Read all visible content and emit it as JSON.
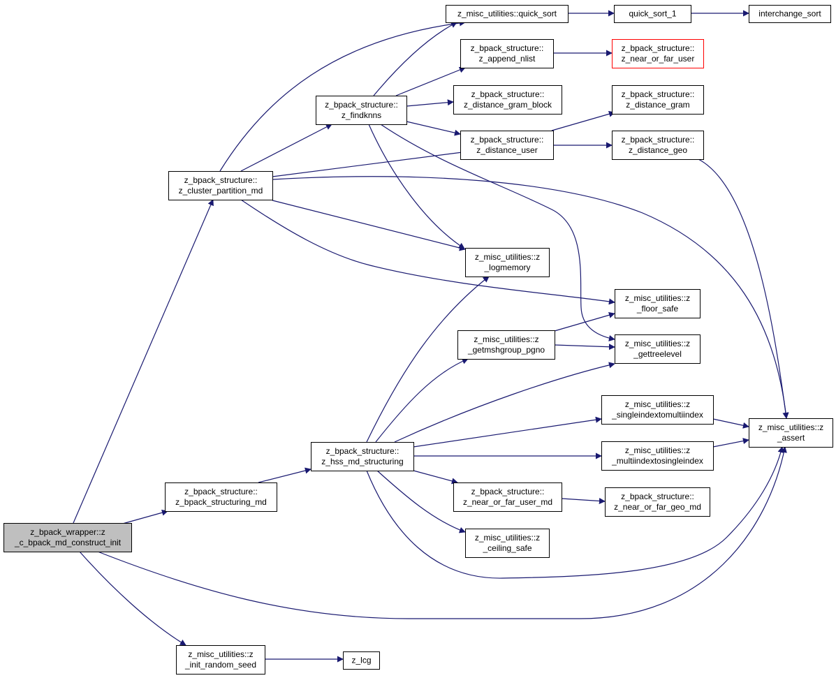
{
  "colors": {
    "edge": "#191970",
    "root_fill": "#bfbfbf",
    "node_border": "#000000",
    "highlight_border": "#ff0000"
  },
  "nodes": [
    {
      "id": "construct_init",
      "lines": [
        "z_bpack_wrapper::z",
        "_c_bpack_md_construct_init"
      ],
      "style": "root"
    },
    {
      "id": "cluster_partition",
      "lines": [
        "z_bpack_structure::",
        "z_cluster_partition_md"
      ],
      "style": "normal"
    },
    {
      "id": "bpack_structuring",
      "lines": [
        "z_bpack_structure::",
        "z_bpack_structuring_md"
      ],
      "style": "normal"
    },
    {
      "id": "init_random_seed",
      "lines": [
        "z_misc_utilities::z",
        "_init_random_seed"
      ],
      "style": "normal"
    },
    {
      "id": "findknns",
      "lines": [
        "z_bpack_structure::",
        "z_findknns"
      ],
      "style": "normal"
    },
    {
      "id": "hss_md",
      "lines": [
        "z_bpack_structure::",
        "z_hss_md_structuring"
      ],
      "style": "normal"
    },
    {
      "id": "quick_sort",
      "lines": [
        "z_misc_utilities::quick_sort"
      ],
      "style": "normal"
    },
    {
      "id": "append_nlist",
      "lines": [
        "z_bpack_structure::",
        "z_append_nlist"
      ],
      "style": "normal"
    },
    {
      "id": "dist_gram_block",
      "lines": [
        "z_bpack_structure::",
        "z_distance_gram_block"
      ],
      "style": "normal"
    },
    {
      "id": "dist_user",
      "lines": [
        "z_bpack_structure::",
        "z_distance_user"
      ],
      "style": "normal"
    },
    {
      "id": "logmemory",
      "lines": [
        "z_misc_utilities::z",
        "_logmemory"
      ],
      "style": "normal"
    },
    {
      "id": "getmshgroup",
      "lines": [
        "z_misc_utilities::z",
        "_getmshgroup_pgno"
      ],
      "style": "normal"
    },
    {
      "id": "near_far_user_md",
      "lines": [
        "z_bpack_structure::",
        "z_near_or_far_user_md"
      ],
      "style": "normal"
    },
    {
      "id": "ceiling_safe",
      "lines": [
        "z_misc_utilities::z",
        "_ceiling_safe"
      ],
      "style": "normal"
    },
    {
      "id": "lcg",
      "lines": [
        "z_lcg"
      ],
      "style": "normal"
    },
    {
      "id": "quick_sort_1",
      "lines": [
        "quick_sort_1"
      ],
      "style": "normal"
    },
    {
      "id": "near_far_user",
      "lines": [
        "z_bpack_structure::",
        "z_near_or_far_user"
      ],
      "style": "highlight"
    },
    {
      "id": "dist_gram",
      "lines": [
        "z_bpack_structure::",
        "z_distance_gram"
      ],
      "style": "normal"
    },
    {
      "id": "dist_geo",
      "lines": [
        "z_bpack_structure::",
        "z_distance_geo"
      ],
      "style": "normal"
    },
    {
      "id": "floor_safe",
      "lines": [
        "z_misc_utilities::z",
        "_floor_safe"
      ],
      "style": "normal"
    },
    {
      "id": "gettreelevel",
      "lines": [
        "z_misc_utilities::z",
        "_gettreelevel"
      ],
      "style": "normal"
    },
    {
      "id": "single2multi",
      "lines": [
        "z_misc_utilities::z",
        "_singleindextomultiindex"
      ],
      "style": "normal"
    },
    {
      "id": "multi2single",
      "lines": [
        "z_misc_utilities::z",
        "_multiindextosingleindex"
      ],
      "style": "normal"
    },
    {
      "id": "near_far_geo_md",
      "lines": [
        "z_bpack_structure::",
        "z_near_or_far_geo_md"
      ],
      "style": "normal"
    },
    {
      "id": "interchange_sort",
      "lines": [
        "interchange_sort"
      ],
      "style": "normal"
    },
    {
      "id": "assert",
      "lines": [
        "z_misc_utilities::z",
        "_assert"
      ],
      "style": "normal"
    }
  ],
  "edges": [
    {
      "from": "construct_init",
      "to": "cluster_partition"
    },
    {
      "from": "construct_init",
      "to": "bpack_structuring"
    },
    {
      "from": "construct_init",
      "to": "init_random_seed"
    },
    {
      "from": "construct_init",
      "to": "assert"
    },
    {
      "from": "bpack_structuring",
      "to": "hss_md"
    },
    {
      "from": "init_random_seed",
      "to": "lcg"
    },
    {
      "from": "cluster_partition",
      "to": "quick_sort"
    },
    {
      "from": "cluster_partition",
      "to": "findknns"
    },
    {
      "from": "cluster_partition",
      "to": "dist_user"
    },
    {
      "from": "cluster_partition",
      "to": "logmemory"
    },
    {
      "from": "cluster_partition",
      "to": "floor_safe"
    },
    {
      "from": "cluster_partition",
      "to": "assert"
    },
    {
      "from": "findknns",
      "to": "quick_sort"
    },
    {
      "from": "findknns",
      "to": "append_nlist"
    },
    {
      "from": "findknns",
      "to": "dist_gram_block"
    },
    {
      "from": "findknns",
      "to": "dist_user"
    },
    {
      "from": "findknns",
      "to": "logmemory"
    },
    {
      "from": "findknns",
      "to": "gettreelevel"
    },
    {
      "from": "quick_sort",
      "to": "quick_sort_1"
    },
    {
      "from": "quick_sort_1",
      "to": "interchange_sort"
    },
    {
      "from": "append_nlist",
      "to": "near_far_user"
    },
    {
      "from": "dist_user",
      "to": "dist_gram"
    },
    {
      "from": "dist_user",
      "to": "dist_geo"
    },
    {
      "from": "dist_geo",
      "to": "assert"
    },
    {
      "from": "hss_md",
      "to": "logmemory"
    },
    {
      "from": "hss_md",
      "to": "getmshgroup"
    },
    {
      "from": "hss_md",
      "to": "gettreelevel"
    },
    {
      "from": "hss_md",
      "to": "single2multi"
    },
    {
      "from": "hss_md",
      "to": "multi2single"
    },
    {
      "from": "hss_md",
      "to": "near_far_user_md"
    },
    {
      "from": "hss_md",
      "to": "ceiling_safe"
    },
    {
      "from": "hss_md",
      "to": "assert"
    },
    {
      "from": "getmshgroup",
      "to": "floor_safe"
    },
    {
      "from": "getmshgroup",
      "to": "gettreelevel"
    },
    {
      "from": "single2multi",
      "to": "assert"
    },
    {
      "from": "multi2single",
      "to": "assert"
    },
    {
      "from": "near_far_user_md",
      "to": "near_far_geo_md"
    }
  ]
}
